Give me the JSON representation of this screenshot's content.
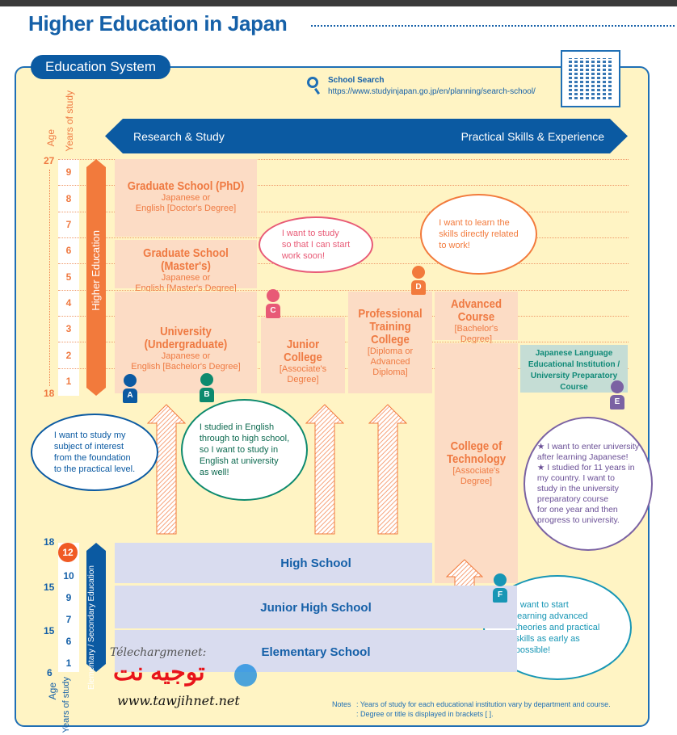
{
  "title": "Higher Education in Japan",
  "section": "Education System",
  "search": {
    "title": "School Search",
    "url": "https://www.studyinjapan.go.jp/en/planning/search-school/"
  },
  "band": {
    "left": "Research & Study",
    "right": "Practical Skills & Experience"
  },
  "axis": {
    "age": "Age",
    "years": "Years of study",
    "age_top": "27",
    "age_mid": "18",
    "age_low18": "18",
    "age_15a": "15",
    "age_15b": "15",
    "age_6": "6",
    "upper_years": [
      "9",
      "8",
      "7",
      "6",
      "5",
      "4",
      "3",
      "2",
      "1"
    ],
    "lower_years": {
      "y12": "12",
      "y10": "10",
      "y9": "9",
      "y7": "7",
      "y6": "6",
      "y1": "1"
    }
  },
  "bars": {
    "higher": "Higher Education",
    "secondary": "Elementary / Secondary Education"
  },
  "boxes": {
    "phd": {
      "title": "Graduate School (PhD)",
      "sub": "Japanese or\nEnglish [Doctor's Degree]"
    },
    "masters": {
      "title": "Graduate School (Master's)",
      "sub": "Japanese or\nEnglish [Master's Degree]"
    },
    "university": {
      "title": "University (Undergraduate)",
      "sub": "Japanese or\nEnglish [Bachelor's Degree]"
    },
    "junior_college": {
      "title": "Junior College",
      "sub": "[Associate's\nDegree]"
    },
    "professional": {
      "title": "Professional Training College",
      "sub": "[Diploma or\nAdvanced\nDiploma]"
    },
    "advanced": {
      "title": "Advanced Course",
      "sub": "[Bachelor's Degree]"
    },
    "technology": {
      "title": "College of Technology",
      "sub": "[Associate's\nDegree]"
    },
    "japanese": {
      "title": "Japanese Language Educational Institution / University Preparatory Course"
    },
    "high": "High School",
    "junior_high": "Junior High School",
    "elementary": "Elementary School"
  },
  "persons": [
    "A",
    "B",
    "C",
    "D",
    "E",
    "F"
  ],
  "bubbles": {
    "a": "I want to study my\nsubject of interest\nfrom the foundation\nto the practical level.",
    "b": "I studied in English\nthrough to high school,\nso I want to study in\nEnglish at university\nas well!",
    "c": "I want to study\nso that I can start\nwork soon!",
    "d": "I want to learn the\nskills directly related\nto work!",
    "e": "★ I want to enter university\n    after learning Japanese!\n★ I studied for 11 years in\n    my country. I want to\n    study in the university\n    preparatory course\n    for one year and then\n    progress to university.",
    "f": "I want to start\nlearning advanced\ntheories and practical\nskills as early as\npossible!"
  },
  "notes": {
    "label": "Notes",
    "line1": ": Years of study for each educational institution vary by department and course.",
    "line2": ": Degree or title is displayed in brackets [    ]."
  },
  "watermark": {
    "top": "Télechargmenet:",
    "arabic": "توجيه نت",
    "url": "www.tawjihnet.net"
  },
  "colors": {
    "blue": "#0b5aa2",
    "orange": "#ef7a42",
    "panel": "#fff4c4",
    "box": "#fcdcc5",
    "lower": "#d9dcef",
    "teal": "#c5ddd5"
  }
}
